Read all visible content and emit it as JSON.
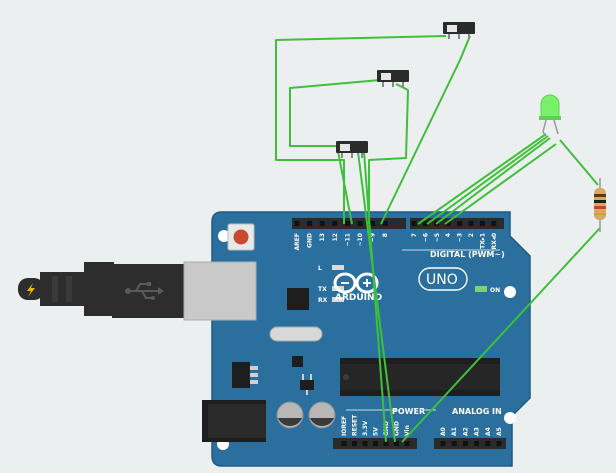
{
  "colors": {
    "background": "#eceff0",
    "board": "#2a6f9e",
    "wire": "#3fbf3a",
    "led": "#78f06a",
    "usb_body": "#2d2d2d",
    "usb_plug": "#c9c9c9",
    "button": "#c64a32"
  },
  "board": {
    "brand": "ARDUINO",
    "model": "UNO",
    "power_led_label": "ON",
    "digital_header_title": "DIGITAL (PWM~)",
    "power_header_title": "POWER",
    "analog_header_title": "ANALOG IN",
    "status_leds": [
      "L",
      "TX",
      "RX"
    ],
    "digital_pins": [
      "AREF",
      "GND",
      "13",
      "12",
      "~11",
      "~10",
      "~9",
      "8",
      "7",
      "~6",
      "~5",
      "4",
      "~3",
      "2",
      "TX▸1",
      "RX◂0"
    ],
    "power_pins": [
      "IOREF",
      "RESET",
      "3.3V",
      "5V",
      "GND",
      "GND",
      "Vin"
    ],
    "analog_pins": [
      "A0",
      "A1",
      "A2",
      "A3",
      "A4",
      "A5"
    ]
  },
  "components": {
    "switches": [
      "slide-switch-top",
      "slide-switch-middle",
      "slide-switch-bottom"
    ],
    "led": "green-led",
    "resistor": "resistor",
    "usb_icon": "usb-icon",
    "lightning_icon": "lightning-icon"
  }
}
